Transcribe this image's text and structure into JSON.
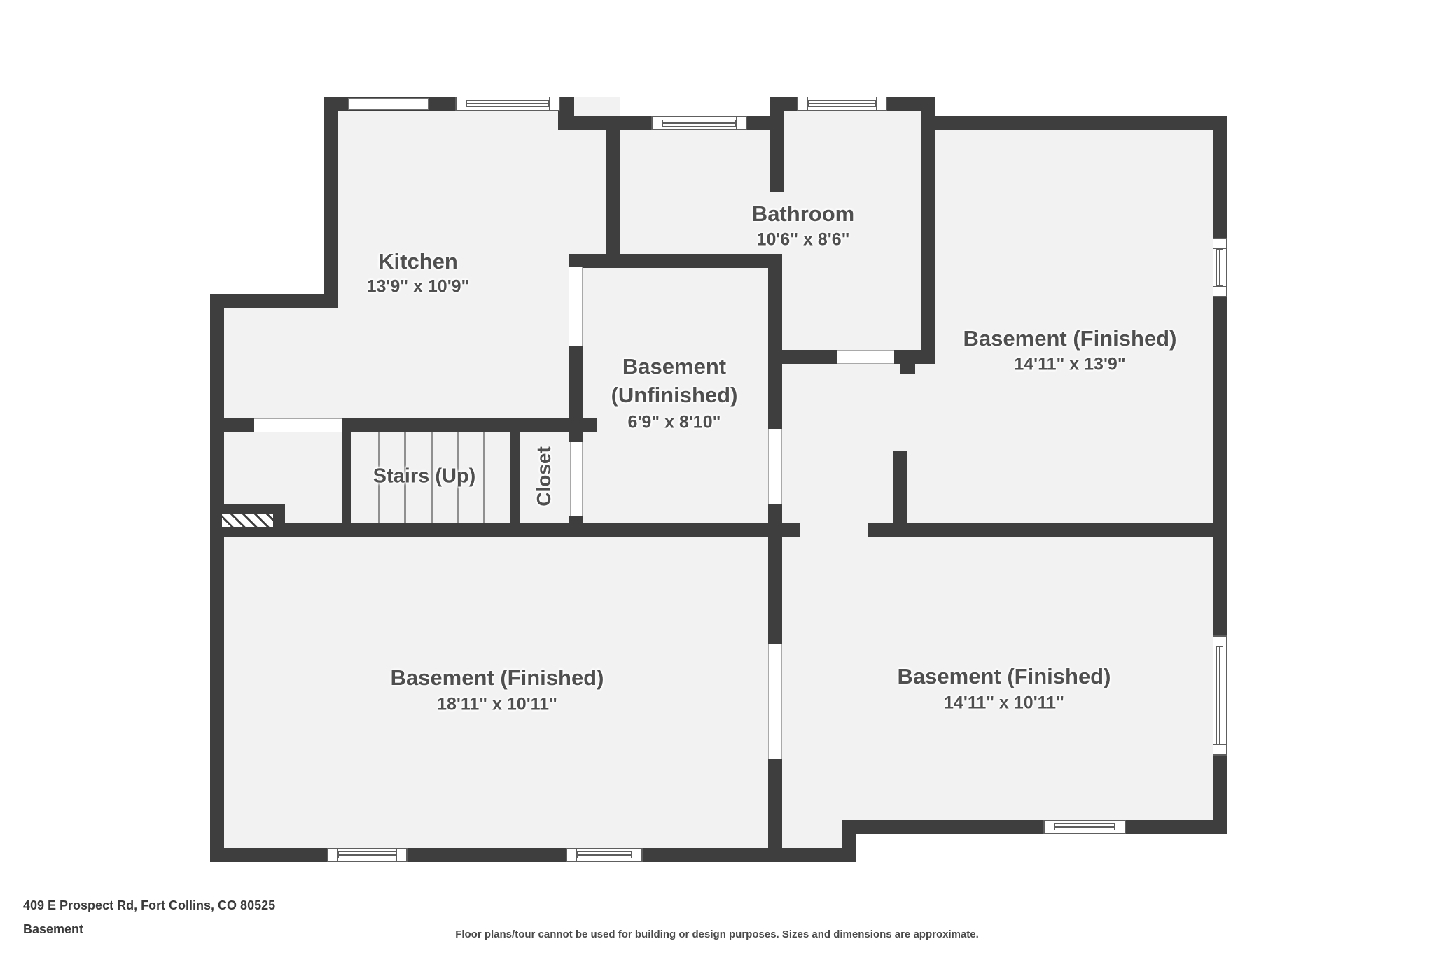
{
  "colors": {
    "wall": "#3e3e3e",
    "floor": "#f2f2f2",
    "label": "#4f4f4f"
  },
  "rooms": {
    "kitchen": {
      "name": "Kitchen",
      "dims": "13'9\" x 10'9\""
    },
    "bathroom": {
      "name": "Bathroom",
      "dims": "10'6\" x 8'6\""
    },
    "basement_finished_ne": {
      "name": "Basement (Finished)",
      "dims": "14'11\" x 13'9\""
    },
    "basement_unfinished": {
      "name_line1": "Basement",
      "name_line2": "(Unfinished)",
      "dims": "6'9\" x 8'10\""
    },
    "stairs": {
      "name": "Stairs (Up)"
    },
    "closet": {
      "name": "Closet"
    },
    "basement_finished_sw": {
      "name": "Basement (Finished)",
      "dims": "18'11\" x 10'11\""
    },
    "basement_finished_se": {
      "name": "Basement (Finished)",
      "dims": "14'11\" x 10'11\""
    }
  },
  "footer": {
    "address": "409 E Prospect Rd, Fort Collins, CO 80525",
    "floor_label": "Basement",
    "disclaimer": "Floor plans/tour cannot be used for building or design purposes. Sizes and dimensions are approximate."
  }
}
